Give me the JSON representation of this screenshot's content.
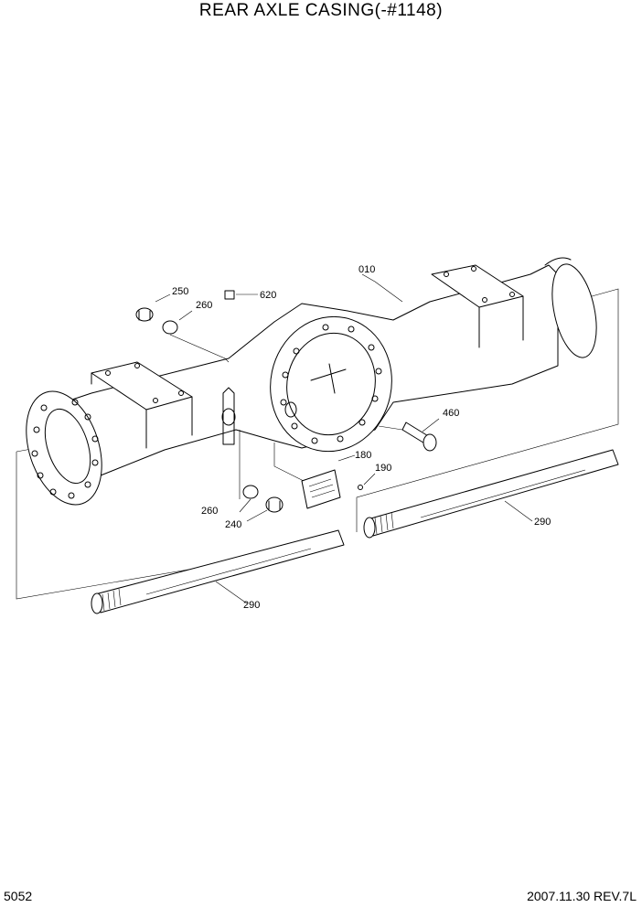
{
  "title": "REAR AXLE CASING(-#1148)",
  "page_number": "5052",
  "revision": "2007.11.30  REV.7L",
  "callouts": {
    "c010": "010",
    "c250": "250",
    "c260a": "260",
    "c620": "620",
    "c460": "460",
    "c180": "180",
    "c190": "190",
    "c260b": "260",
    "c240": "240",
    "c290a": "290",
    "c290b": "290"
  }
}
